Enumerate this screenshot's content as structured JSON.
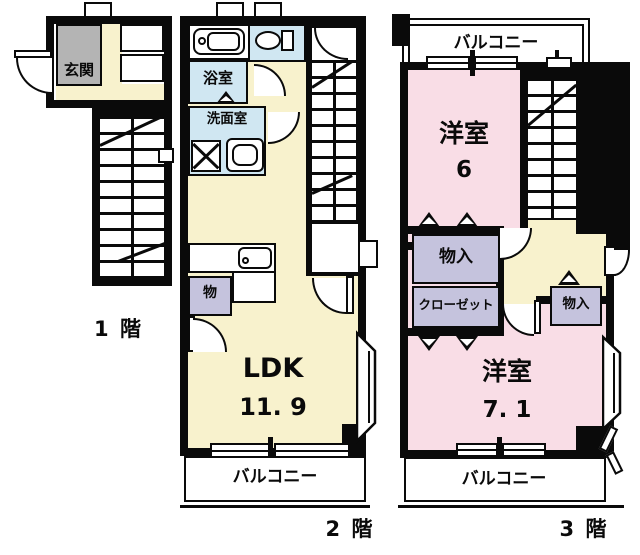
{
  "palette": {
    "wall": "#0a0a0a",
    "floor_yellow": "#f8f2cd",
    "room_pink": "#f9dde6",
    "wet_area_blue": "#d0e7f2",
    "closet_lavender": "#c5c3dd",
    "entry_gray": "#b4b4b4"
  },
  "floor1": {
    "name_label": "1 階",
    "entrance_label": "玄関"
  },
  "floor2": {
    "name_label": "2 階",
    "bath_label": "浴室",
    "washroom_label": "洗面室",
    "storage_label": "物",
    "ldk_label": "LDK",
    "ldk_area": "11. 9",
    "balcony_label": "バルコニー"
  },
  "floor3": {
    "name_label": "3 階",
    "balcony_top_label": "バルコニー",
    "room6_label": "洋室",
    "room6_area": "6",
    "storage_left_label": "物入",
    "closet_label": "クローゼット",
    "storage_right_label": "物入",
    "room7_label": "洋室",
    "room7_area": "7. 1",
    "balcony_bottom_label": "バルコニー"
  }
}
